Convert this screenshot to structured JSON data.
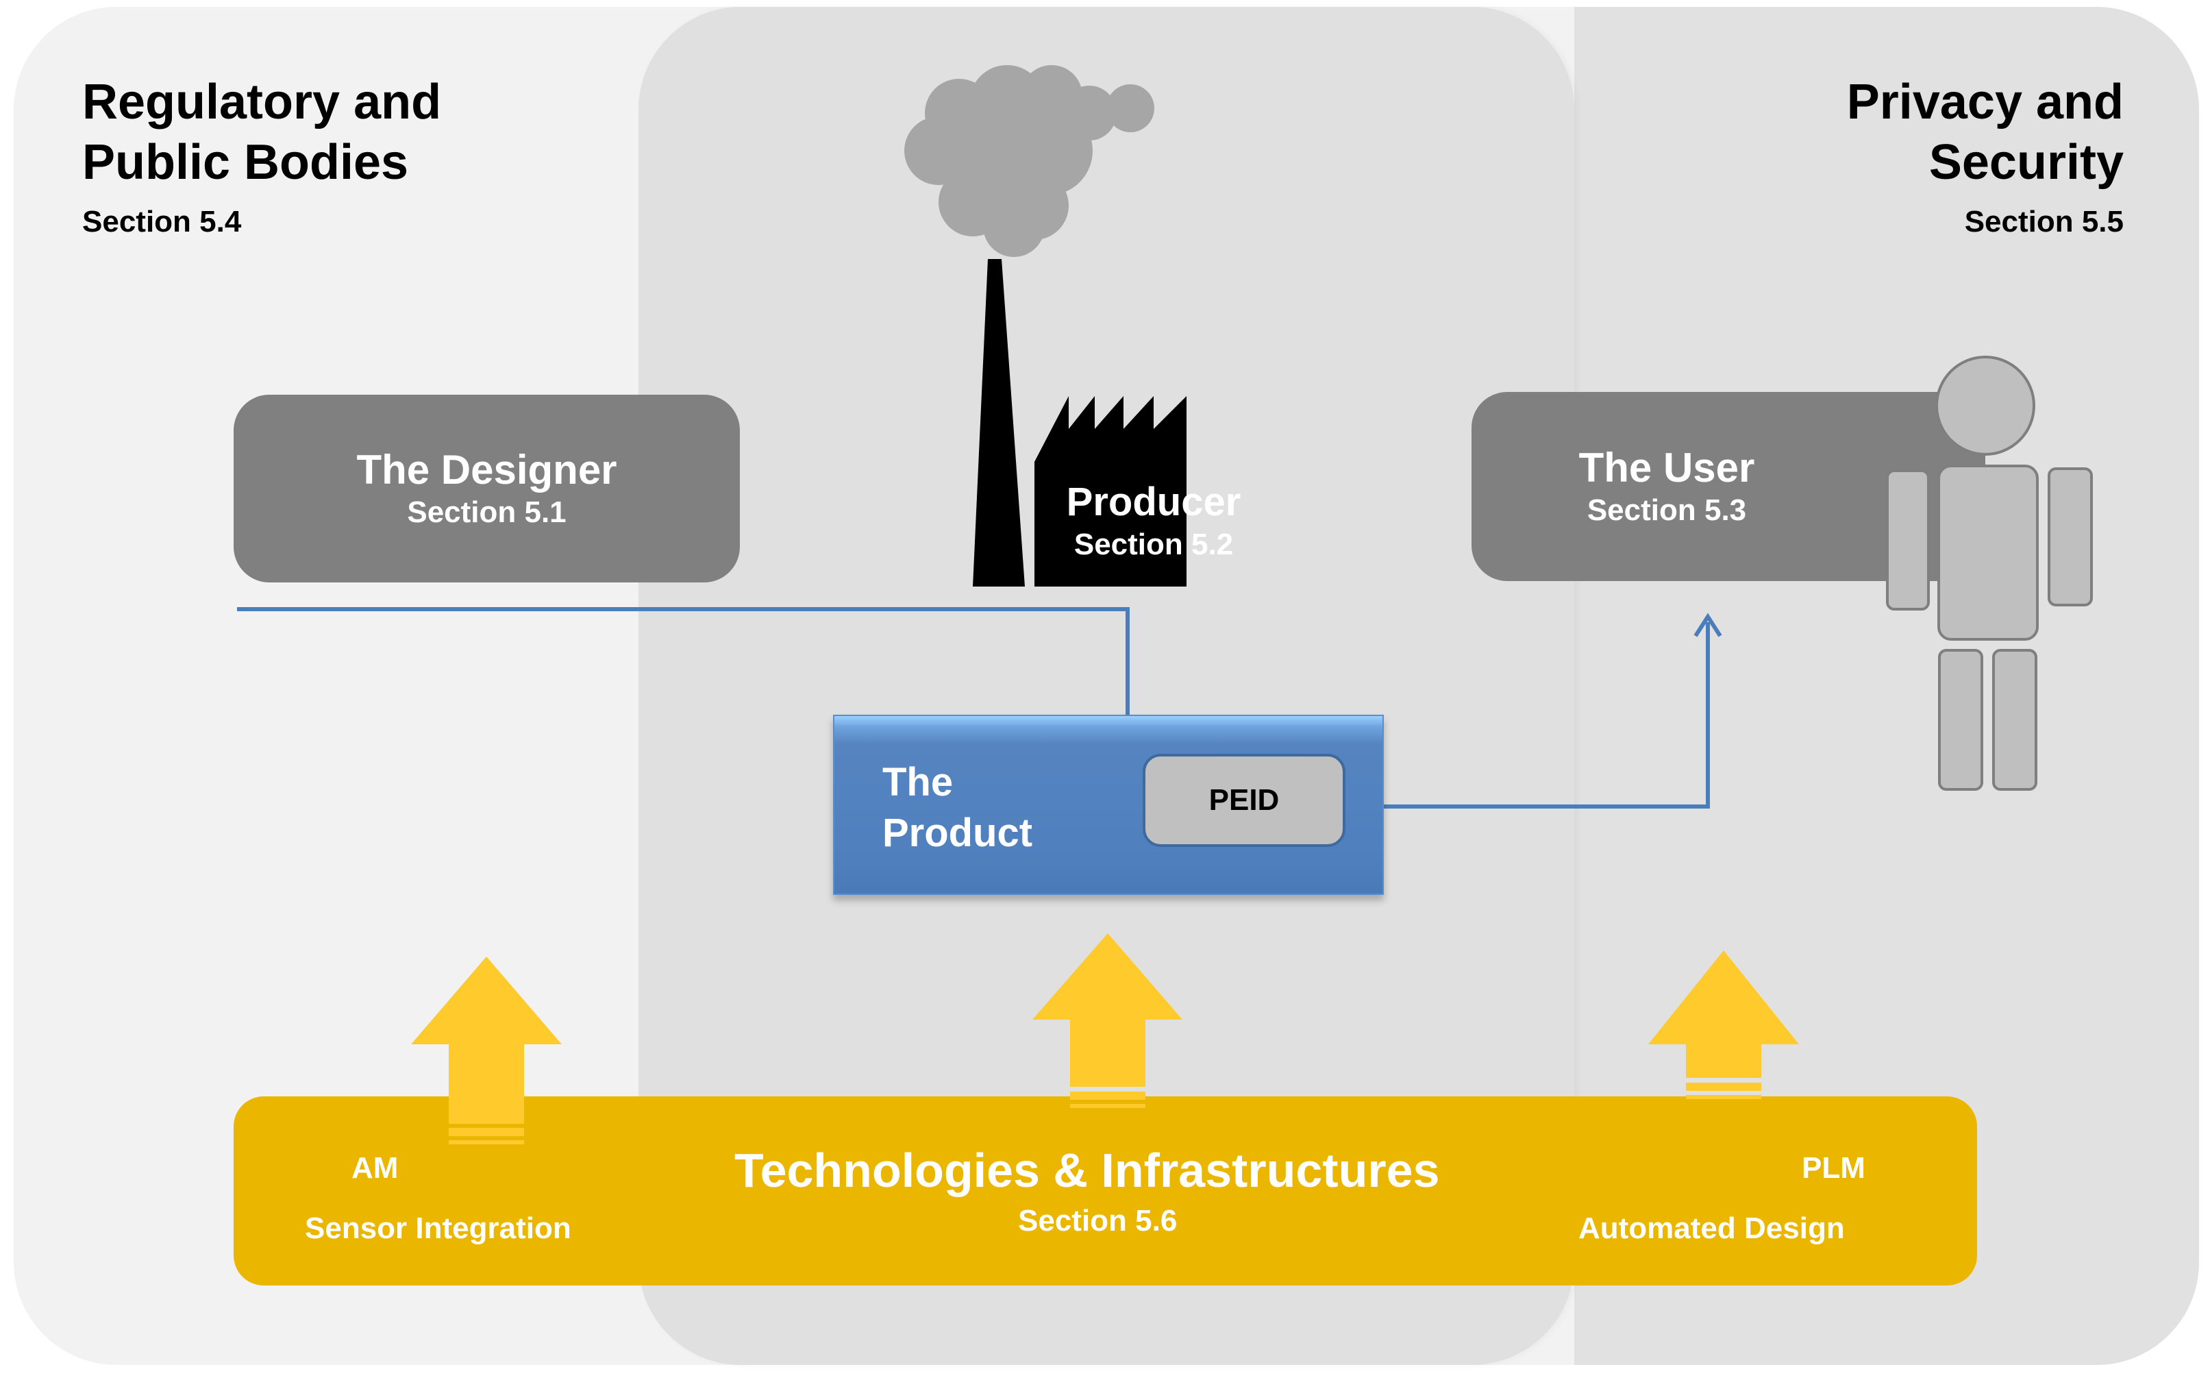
{
  "regions": {
    "left": {
      "title_line1": "Regulatory and",
      "title_line2": "Public Bodies",
      "section": "Section 5.4"
    },
    "right": {
      "title_line1": "Privacy and",
      "title_line2": "Security",
      "section": "Section 5.5"
    }
  },
  "actors": {
    "designer": {
      "title": "The Designer",
      "section": "Section 5.1"
    },
    "producer": {
      "title": "Producer",
      "section": "Section 5.2"
    },
    "user": {
      "title": "The User",
      "section": "Section 5.3"
    }
  },
  "product": {
    "title_line1": "The",
    "title_line2": "Product",
    "component": "PEID"
  },
  "technologies": {
    "title": "Technologies & Infrastructures",
    "section": "Section 5.6",
    "left_labels": [
      "AM",
      "Sensor Integration"
    ],
    "right_labels": [
      "PLM",
      "Automated Design"
    ]
  },
  "icons": [
    "factory-icon",
    "smoke-cloud-icon",
    "person-icon",
    "up-arrow-icon",
    "connector-arrow-icon"
  ],
  "colors": {
    "outer_panel": "#f2f2f2",
    "middle_panel": "#e0e0e0",
    "actor_box": "#808080",
    "product_blue": "#4f80bd",
    "connector_blue": "#4a7ebb",
    "tech_bar": "#ebb600",
    "arrow_yellow": "#ffca2c",
    "factory": "#000000",
    "smoke": "#a6a6a6",
    "person": "#bfbfbf"
  }
}
